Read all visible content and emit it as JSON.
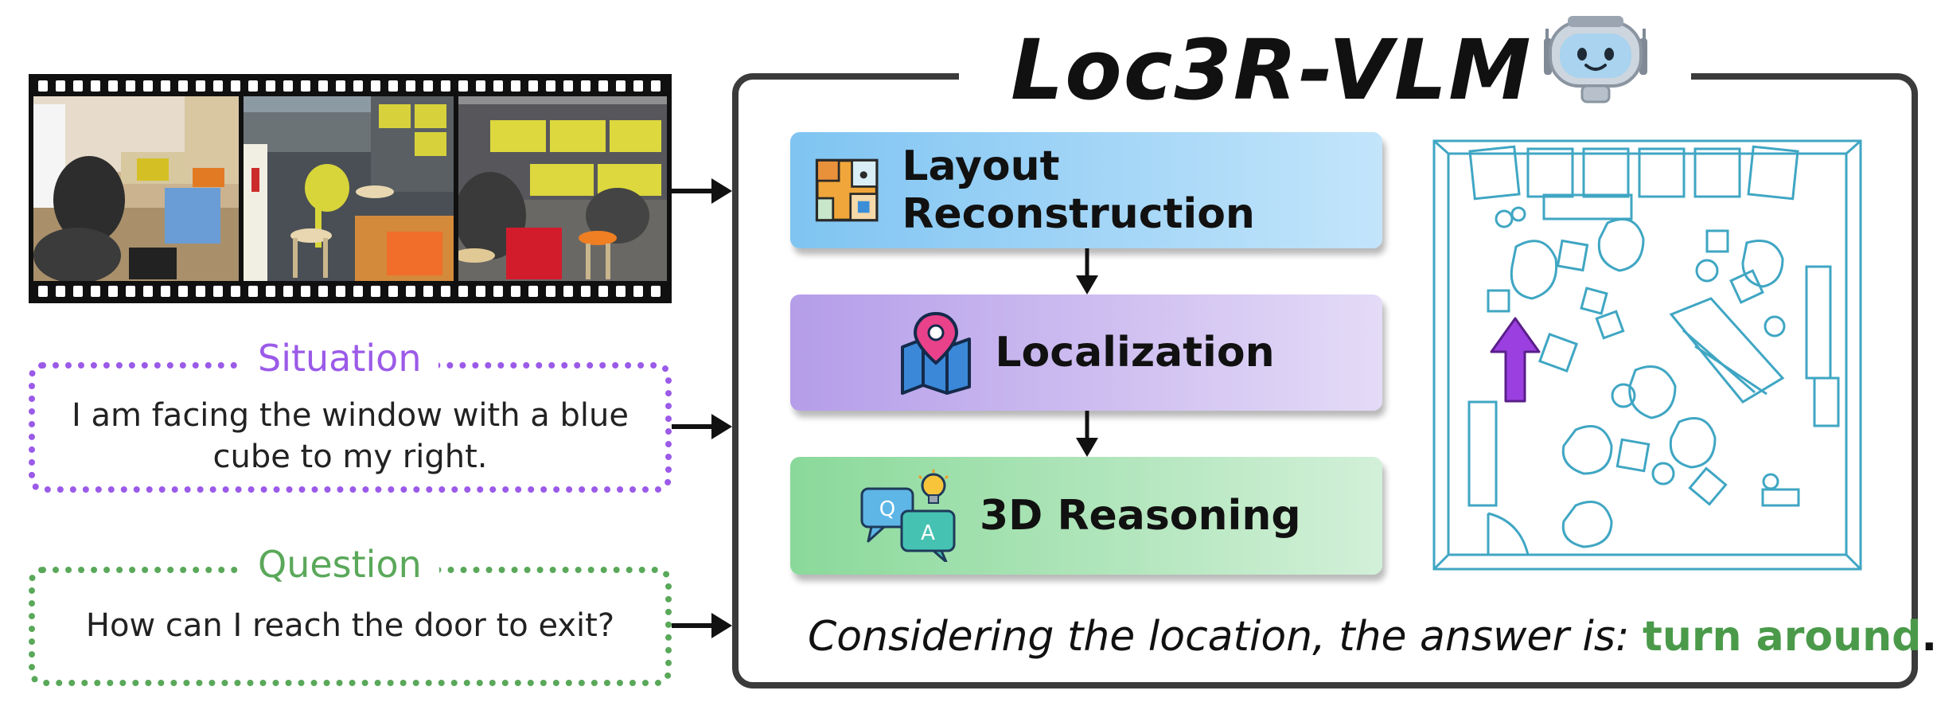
{
  "title": "Loc3R-VLM",
  "situation": {
    "label": "Situation",
    "text_line1": "I am facing the window with a blue",
    "text_line2": "cube to my right."
  },
  "question": {
    "label": "Question",
    "text": "How can I reach the door to exit?"
  },
  "steps": [
    {
      "label": "Layout Reconstruction",
      "icon": "floor-plan-icon"
    },
    {
      "label": "Localization",
      "icon": "map-pin-icon"
    },
    {
      "label": "3D Reasoning",
      "icon": "qa-chat-bulb-icon"
    }
  ],
  "answer": {
    "prefix": "Considering the location, the answer is: ",
    "value": "turn around",
    "suffix": "."
  },
  "icons": {
    "mascot": "robot-icon",
    "arrows": "arrow-right-icon",
    "layout_arrow": "up-arrow-icon",
    "qa_q": "Q",
    "qa_a": "A"
  },
  "colors": {
    "situation": "#9b5ae8",
    "question": "#5aa85a",
    "answer": "#4a9a4a",
    "layout_box": "#8ecff6",
    "localization_box": "#cbb4ef",
    "reasoning_box": "#b3e6bd",
    "floorplan_line": "#3fa6c3",
    "location_arrow": "#9b3fe0"
  }
}
